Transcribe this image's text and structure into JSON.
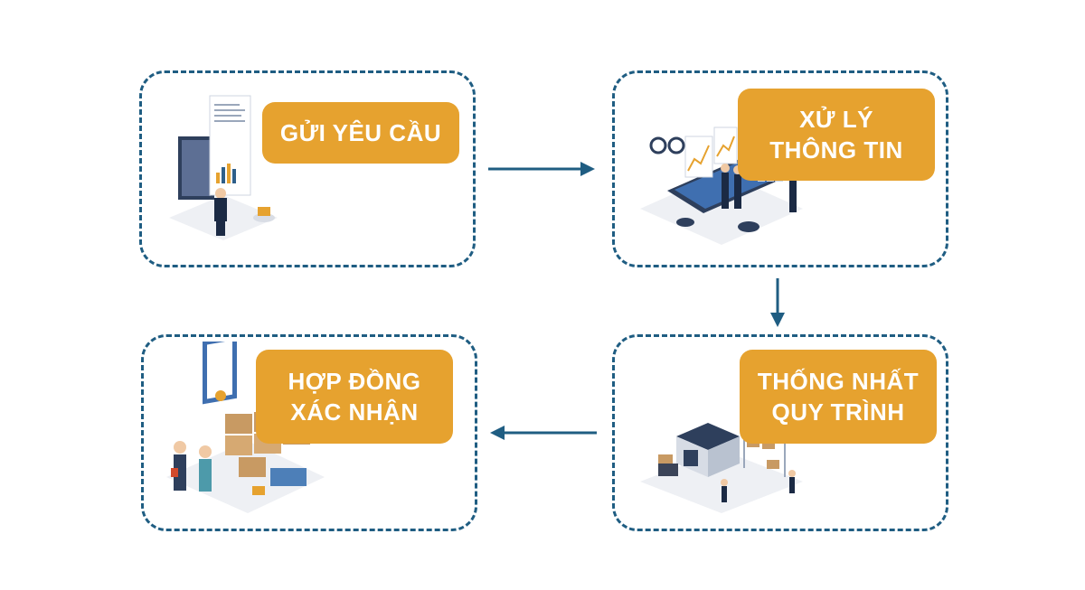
{
  "steps": [
    {
      "id": "send-request",
      "lines": [
        "GỬI YÊU CẦU"
      ],
      "illustration": "request-document-icon"
    },
    {
      "id": "process-info",
      "lines": [
        "XỬ LÝ",
        "THÔNG TIN"
      ],
      "illustration": "data-analysis-icon"
    },
    {
      "id": "unify-process",
      "lines": [
        "THỐNG NHẤT",
        "QUY TRÌNH"
      ],
      "illustration": "warehouse-icon"
    },
    {
      "id": "contract-confirm",
      "lines": [
        "HỢP ĐỒNG",
        "XÁC NHẬN"
      ],
      "illustration": "handshake-contract-icon"
    }
  ],
  "colors": {
    "border": "#1f5d82",
    "label_bg": "#e6a22f",
    "label_text": "#ffffff",
    "arrow": "#1f5d82"
  },
  "arrow_icons": [
    "arrow-right-icon",
    "arrow-down-icon",
    "arrow-left-icon"
  ]
}
